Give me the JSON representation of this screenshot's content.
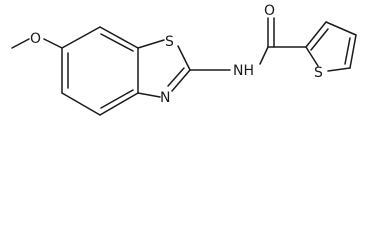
{
  "molecule": {
    "atoms": {
      "o_methoxy": "O",
      "s_thiazole": "S",
      "n_thiazole": "N",
      "nh_amide": "NH",
      "o_carbonyl": "O",
      "s_thiophene": "S"
    }
  }
}
